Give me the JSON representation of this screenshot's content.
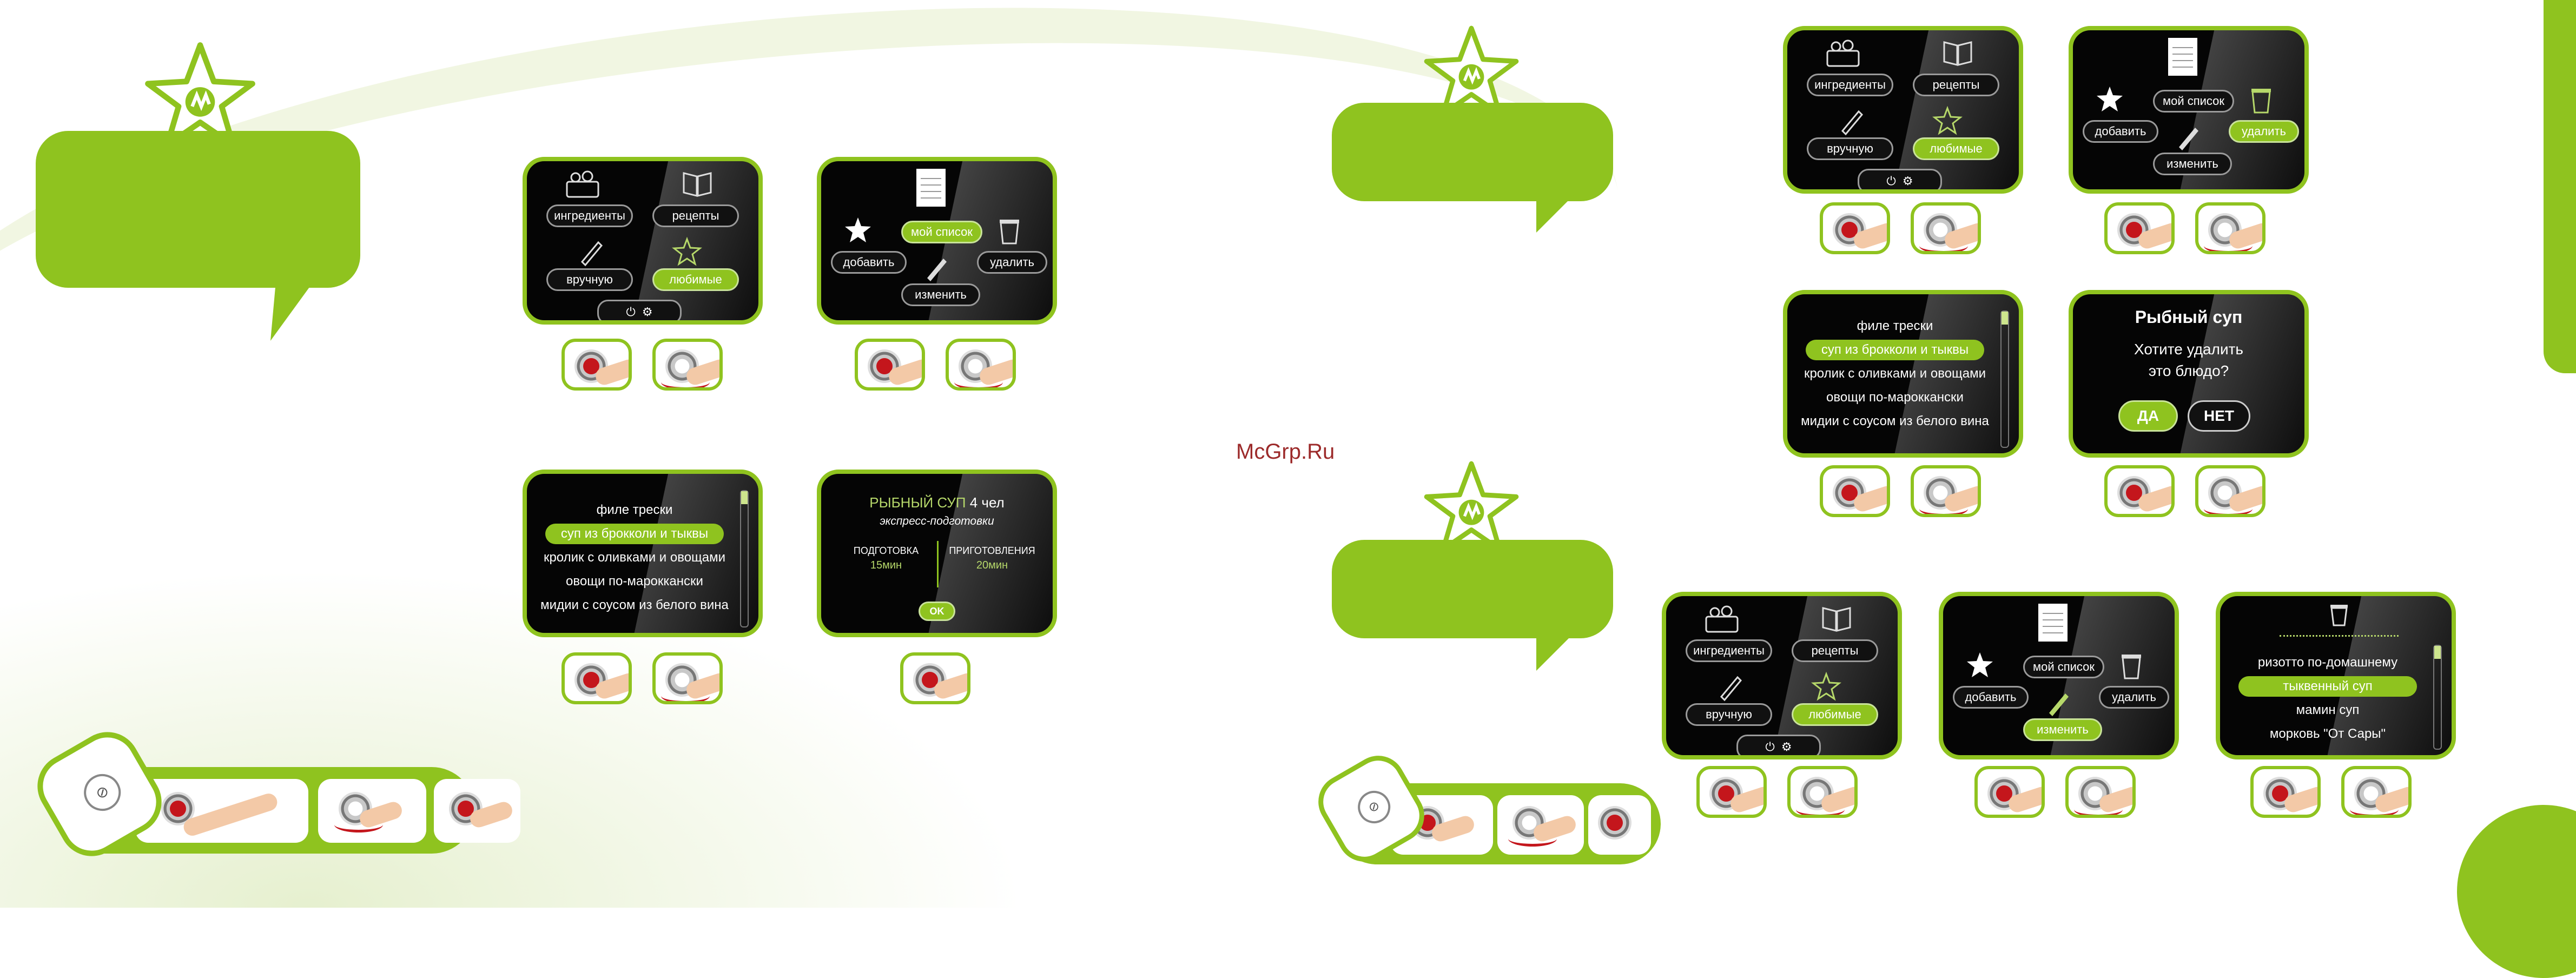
{
  "watermark": "McGrp.Ru",
  "colors": {
    "accent": "#8fc31f",
    "screen_bg": "#050505",
    "red": "#c4161c"
  },
  "menu": {
    "ingredients": "ингредиенты",
    "recipes": "рецепты",
    "manual": "вручную",
    "favorites": "любимые"
  },
  "actions": {
    "my_list": "мой список",
    "add": "добавить",
    "delete": "удалить",
    "edit": "изменить"
  },
  "list1": {
    "items": [
      "филе трески",
      "суп из брокколи и тыквы",
      "кролик с оливками и овощами",
      "овощи по-мароккански",
      "мидии с соусом из белого вина"
    ]
  },
  "recipe": {
    "title": "РЫБНЫЙ СУП",
    "servings": "4 чел",
    "mode": "экспресс-подготовки",
    "prep_label": "ПОДГОТОВКА",
    "prep_value": "15мин",
    "cook_label": "ПРИГОТОВЛЕНИЯ",
    "cook_value": "20мин",
    "ok": "OK"
  },
  "confirm": {
    "title": "Рыбный суп",
    "question_line1": "Хотите удалить",
    "question_line2": "это блюдо?",
    "yes": "ДА",
    "no": "НЕТ"
  },
  "list2": {
    "items": [
      "ризотто по-домашнему",
      "тыквенный суп",
      "мамин суп",
      "морковь \"От Сары\""
    ]
  }
}
